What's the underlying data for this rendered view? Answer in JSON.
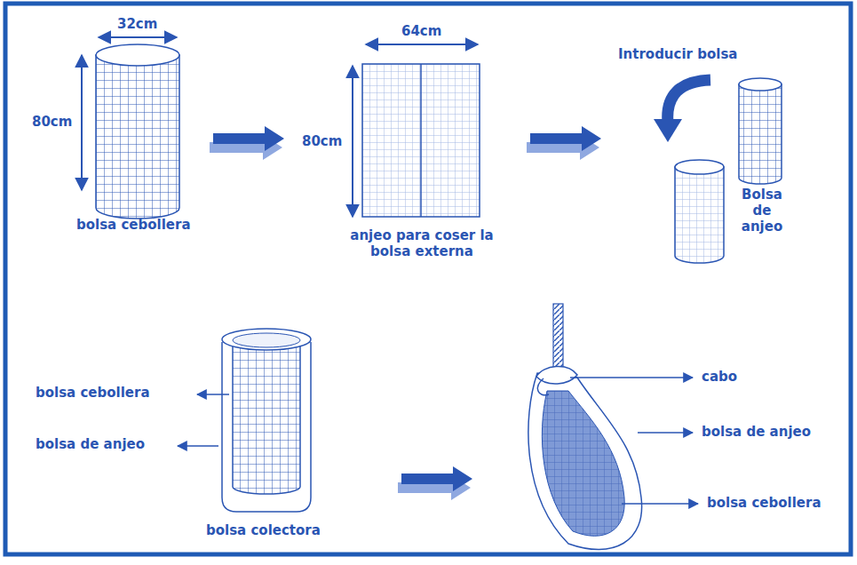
{
  "diagram": {
    "labels": [
      "32cm",
      "80cm",
      "bolsa cebollera",
      "64cm",
      "80cm",
      "anjeo para coser la bolsa externa",
      "Introducir bolsa",
      "Bolsa de anjeo",
      "bolsa cebollera",
      "bolsa de anjeo",
      "bolsa colectora",
      "cabo",
      "bolsa de anjeo",
      "bolsa cebollera"
    ]
  }
}
